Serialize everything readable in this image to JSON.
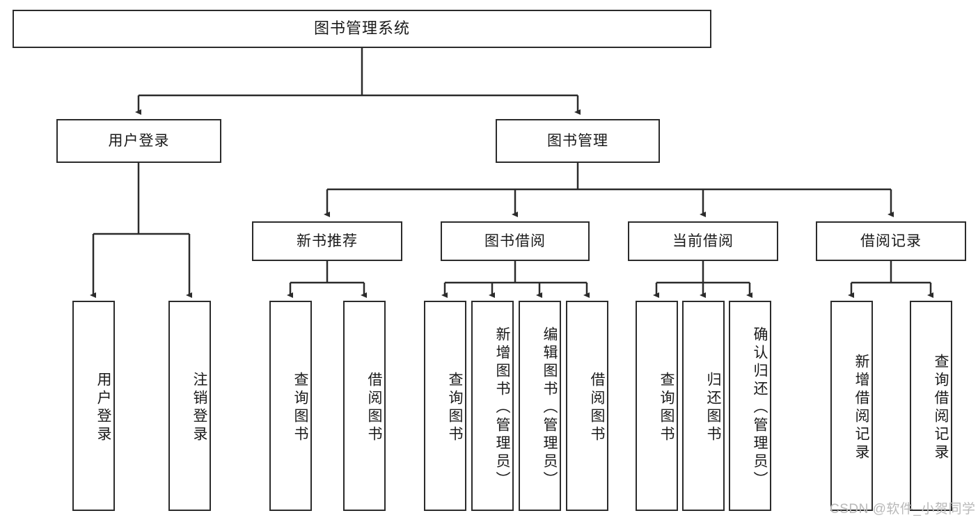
{
  "diagram": {
    "title": "图书管理系统",
    "type": "tree-hierarchy-chart",
    "root": {
      "label": "图书管理系统"
    },
    "level2": [
      {
        "label": "用户登录"
      },
      {
        "label": "图书管理"
      }
    ],
    "level3": [
      {
        "label": "新书推荐"
      },
      {
        "label": "图书借阅"
      },
      {
        "label": "当前借阅"
      },
      {
        "label": "借阅记录"
      }
    ],
    "leaves_user_login": [
      {
        "label": "用户登录"
      },
      {
        "label": "注销登录"
      }
    ],
    "leaves_new_book": [
      {
        "label": "查询图书"
      },
      {
        "label": "借阅图书"
      }
    ],
    "leaves_borrow": [
      {
        "label": "查询图书"
      },
      {
        "label": "新增图书（管理员）"
      },
      {
        "label": "编辑图书（管理员）"
      },
      {
        "label": "借阅图书"
      }
    ],
    "leaves_current": [
      {
        "label": "查询图书"
      },
      {
        "label": "归还图书"
      },
      {
        "label": "确认归还（管理员）"
      }
    ],
    "leaves_records": [
      {
        "label": "新增借阅记录"
      },
      {
        "label": "查询借阅记录"
      }
    ]
  },
  "watermark": {
    "text": "CSDN @软件_小贺同学"
  },
  "colors": {
    "border": "#2b2b2b",
    "background": "#ffffff",
    "text": "#1a1a1a",
    "watermark": "#b9b9b9"
  }
}
